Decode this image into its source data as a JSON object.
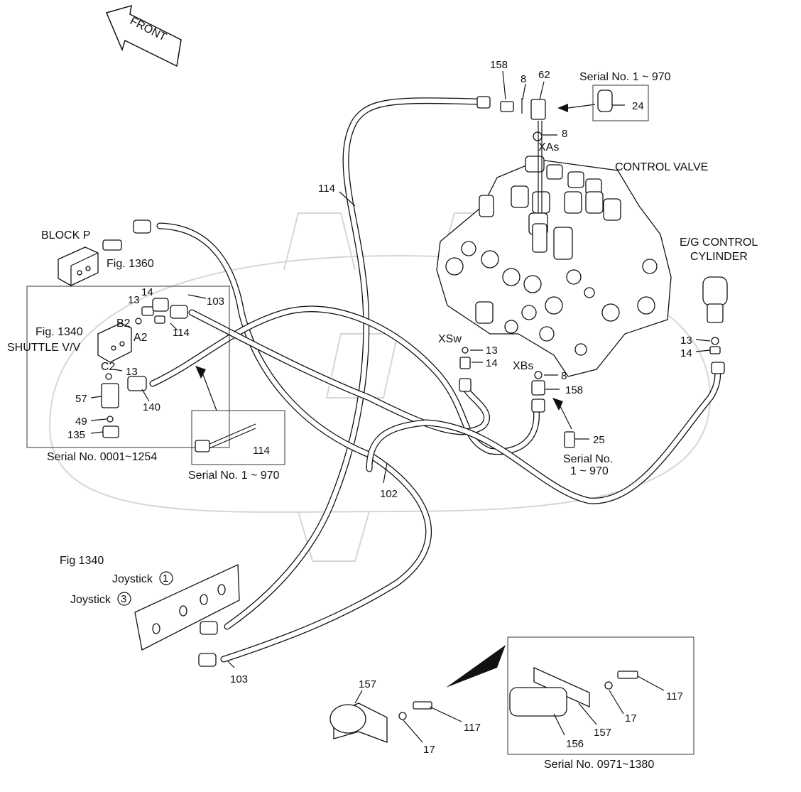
{
  "front_label": "FRONT",
  "titles": {
    "control_valve": "CONTROL VALVE",
    "eg_control_1": "E/G CONTROL",
    "eg_control_2": "CYLINDER",
    "block_p": "BLOCK P",
    "fig_1360": "Fig. 1360",
    "fig_1340": "Fig. 1340",
    "shuttle": "SHUTTLE V/V",
    "fig_1340_b": "Fig 1340",
    "joystick": "Joystick",
    "joystick_1": "1",
    "joystick_3": "3"
  },
  "serials": {
    "s1_970_top": "Serial No. 1 ~ 970",
    "s0001_1254": "Serial No. 0001~1254",
    "s1_970_left": "Serial No. 1 ~ 970",
    "s1_970_mid_a": "Serial No.",
    "s1_970_mid_b": "1 ~ 970",
    "s0971_1380": "Serial No. 0971~1380"
  },
  "ports": {
    "xas": "XAs",
    "xsw": "XSw",
    "xbs": "XBs",
    "b2": "B2",
    "a2": "A2",
    "c2": "C2"
  },
  "callouts": {
    "c158_top": "158",
    "c8_top": "8",
    "c62": "62",
    "c24": "24",
    "c8_xas": "8",
    "c114_top": "114",
    "c13_a": "13",
    "c14_a": "14",
    "c103_a": "103",
    "c114_a": "114",
    "c13_c2": "13",
    "c57": "57",
    "c140": "140",
    "c49": "49",
    "c135": "135",
    "c114_box": "114",
    "c13_xsw": "13",
    "c14_xsw": "14",
    "c8_xbs": "8",
    "c158_xbs": "158",
    "c25": "25",
    "c13_eg": "13",
    "c14_eg": "14",
    "c102": "102",
    "c103_b": "103",
    "c157_a": "157",
    "c117_a": "117",
    "c17_a": "17",
    "c157_b": "157",
    "c17_b": "17",
    "c117_b": "117",
    "c156": "156"
  }
}
